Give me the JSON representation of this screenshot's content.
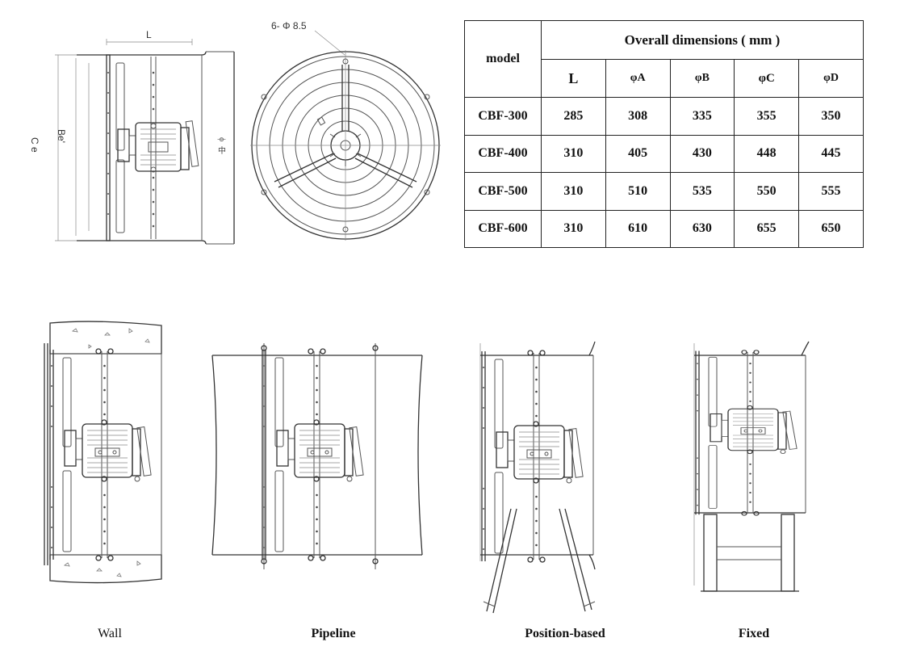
{
  "drawing_labels": {
    "length": "L",
    "hole_spec": "6- Φ 8.5",
    "side_dims": "C e",
    "side_dims_b": "Be'"
  },
  "table": {
    "header_model": "model",
    "header_group": "Overall dimensions ( mm )",
    "columns": [
      "L",
      "φA",
      "φB",
      "φC",
      "φD"
    ],
    "rows": [
      {
        "model": "CBF-300",
        "values": [
          "285",
          "308",
          "335",
          "355",
          "350"
        ]
      },
      {
        "model": "CBF-400",
        "values": [
          "310",
          "405",
          "430",
          "448",
          "445"
        ]
      },
      {
        "model": "CBF-500",
        "values": [
          "310",
          "510",
          "535",
          "550",
          "555"
        ]
      },
      {
        "model": "CBF-600",
        "values": [
          "310",
          "610",
          "630",
          "655",
          "650"
        ]
      }
    ]
  },
  "captions": {
    "wall": "Wall",
    "pipeline": "Pipeline",
    "position": "Position-based",
    "fixed": "Fixed"
  }
}
